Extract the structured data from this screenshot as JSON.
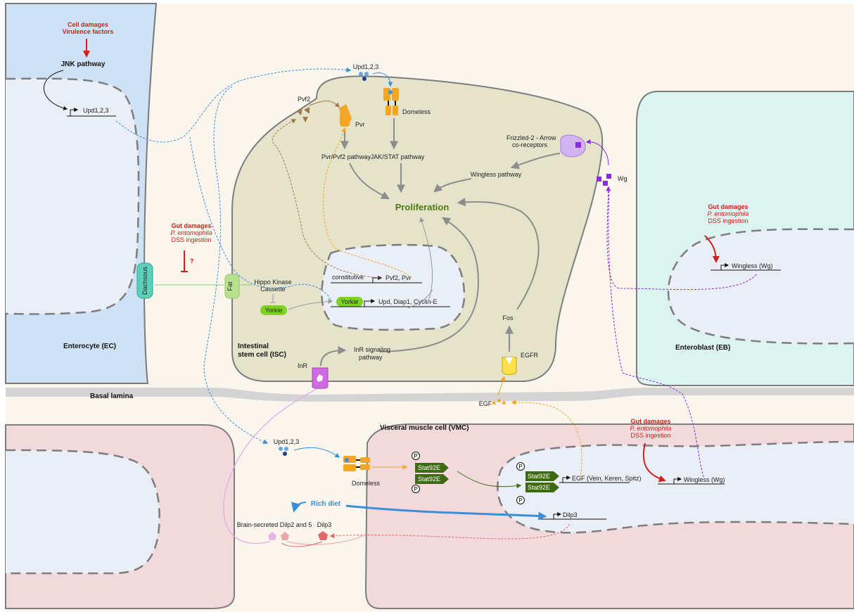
{
  "cells": {
    "enterocyte": "Enterocyte (EC)",
    "isc_line1": "Intestinal",
    "isc_line2": "stem cell (ISC)",
    "enteroblast": "Enteroblast (EB)",
    "vmc": "Visceral muscle cell (VMC)",
    "basal_lamina": "Basal lamina"
  },
  "signals": {
    "cell_damages": "Cell damages",
    "virulence_factors": "Virulence factors",
    "jnk_pathway": "JNK pathway",
    "upd_gene_ec": "Upd1,2,3",
    "upd_top": "Upd1,2,3",
    "pvf2": "Pvf2",
    "pvr": "Pvr",
    "domeless_top": "Domeless",
    "frizzled_line1": "Frizzled-2 - Arrow",
    "frizzled_line2": "co-receptors",
    "wg": "Wg",
    "pvr_pathway": "Pvr/Pvf2 pathway",
    "jak_stat": "JAK/STAT pathway",
    "wingless_pathway": "Wingless pathway",
    "proliferation": "Proliferation",
    "hippo_line1": "Hippo Kinase",
    "hippo_line2": "Cassette",
    "yorkie": "Yorkie",
    "yorkie_nuc": "Yorkie",
    "constitutive": "constitutive",
    "pvf2_pvr_gene": "Pvf2, Pvr",
    "upd_diap": "Upd, Diap1, Cyclin-E",
    "fat": "Fat",
    "dachsous": "Dachsous",
    "fos": "Fos",
    "egfr": "EGFR",
    "egf": "EGF",
    "inr": "InR",
    "inr_line1": "InR signaling",
    "inr_line2": "pathway",
    "question": "?",
    "upd_bottom": "Upd1,2,3",
    "domeless_bottom": "Domeless",
    "stat92e": "Stat92E",
    "p": "P",
    "egf_gene": "EGF (Vein, Keren, Spitz)",
    "wingless_gene_vmc": "Wingless (Wg)",
    "wingless_gene_eb": "Wingless (Wg)",
    "dilp3_gene": "Dilp3",
    "rich_diet": "Rich diet",
    "brain_dilp": "Brain-secreted Dilp2 and 5",
    "dilp3": "Dilp3"
  },
  "damage_labels": [
    {
      "title": "Gut damages",
      "organism": "P. entomophila",
      "dss": "DSS ingestion"
    },
    {
      "title": "Gut damages",
      "organism": "P. entomophila",
      "dss": "DSS ingestion"
    },
    {
      "title": "Gut damages",
      "organism": "P. entomophila",
      "dss": "DSS ingestion"
    }
  ],
  "colors": {
    "ec_fill": "#cfe2f5",
    "isc_fill": "#e6e3cb",
    "eb_fill": "#dcf4ef",
    "vmc_fill": "#f2dadc",
    "nucleus_fill": "#e9eef7",
    "basal_lamina": "#d4d4d4",
    "damage_red": "#d0211c",
    "proliferation_green": "#4d7a12",
    "upd_blue": "#3b8fd9",
    "receptor_orange": "#f2a623",
    "wg_purple": "#8a2be2",
    "yorkie_green": "#7ed321",
    "stat_green": "#3e6b12"
  }
}
